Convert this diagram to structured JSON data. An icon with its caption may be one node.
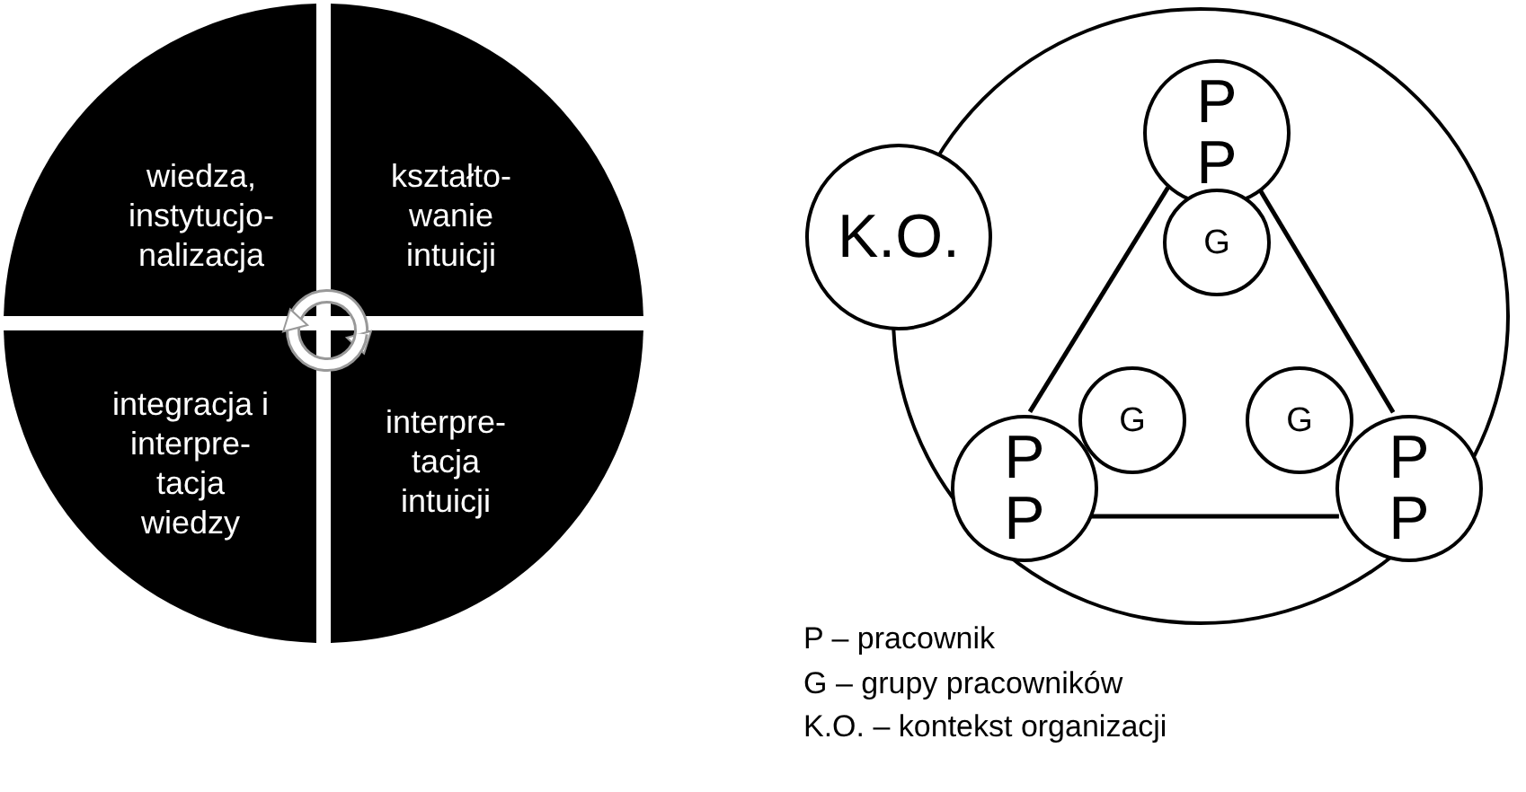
{
  "diagram": {
    "nodes": [
      {
        "text": [
          "wiedza, instytucjo- nalizacja"
        ]
      },
      {
        "text": [
          "kształto- wanie intuicji"
        ]
      },
      {
        "text": [
          "integracja i interpre- tacja wiedzy"
        ]
      },
      {
        "text": [
          "interpre- tacja intuicji"
        ]
      },
      {
        "text": [],
        "shape": "circle"
      },
      {
        "text": [
          "K.O."
        ]
      },
      {
        "text": [
          "P",
          "P"
        ],
        "in": 4
      },
      {
        "text": [
          "G"
        ],
        "in": 4
      },
      {
        "text": [
          "P",
          "P"
        ],
        "in": 4
      },
      {
        "text": [
          "G"
        ],
        "in": 4
      },
      {
        "text": [
          "G"
        ],
        "in": 4
      },
      {
        "text": [
          "P",
          "P"
        ],
        "in": 4
      }
    ],
    "edges": [
      {
        "from": 6,
        "to": 8,
        "arrow": "none"
      },
      {
        "from": 6,
        "to": 11,
        "arrow": "none"
      },
      {
        "from": 8,
        "to": 11,
        "arrow": "none"
      }
    ],
    "labels": [
      "P – pracownik",
      "G – grupy pracowników",
      "K.O. – kontekst organizacji"
    ]
  }
}
